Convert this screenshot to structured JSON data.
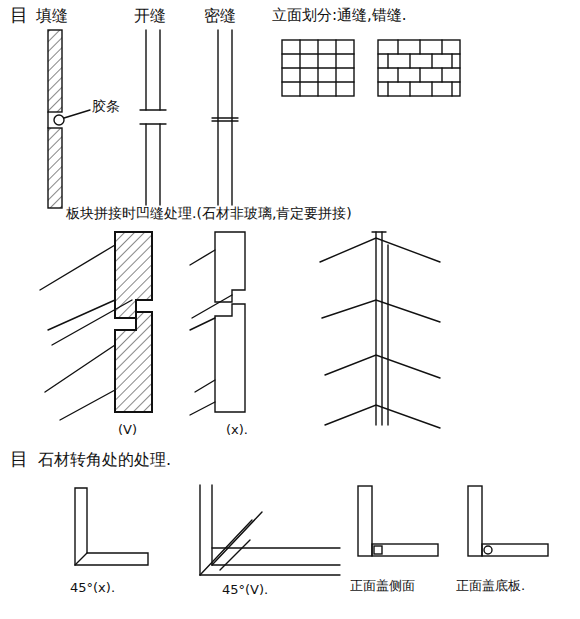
{
  "diagram": {
    "labels": [
      "目",
      "填缝",
      "开缝",
      "密缝",
      "立面划分:通缝,错缝.",
      "胶条",
      "板块拼接时凹缝处理.(石材非玻璃,肯定要拼接)",
      "(V)",
      "(x).",
      "目",
      "石材转角处的处理.",
      "45°(x).",
      "45°(V).",
      "正面盖侧面",
      "正面盖底板."
    ]
  }
}
